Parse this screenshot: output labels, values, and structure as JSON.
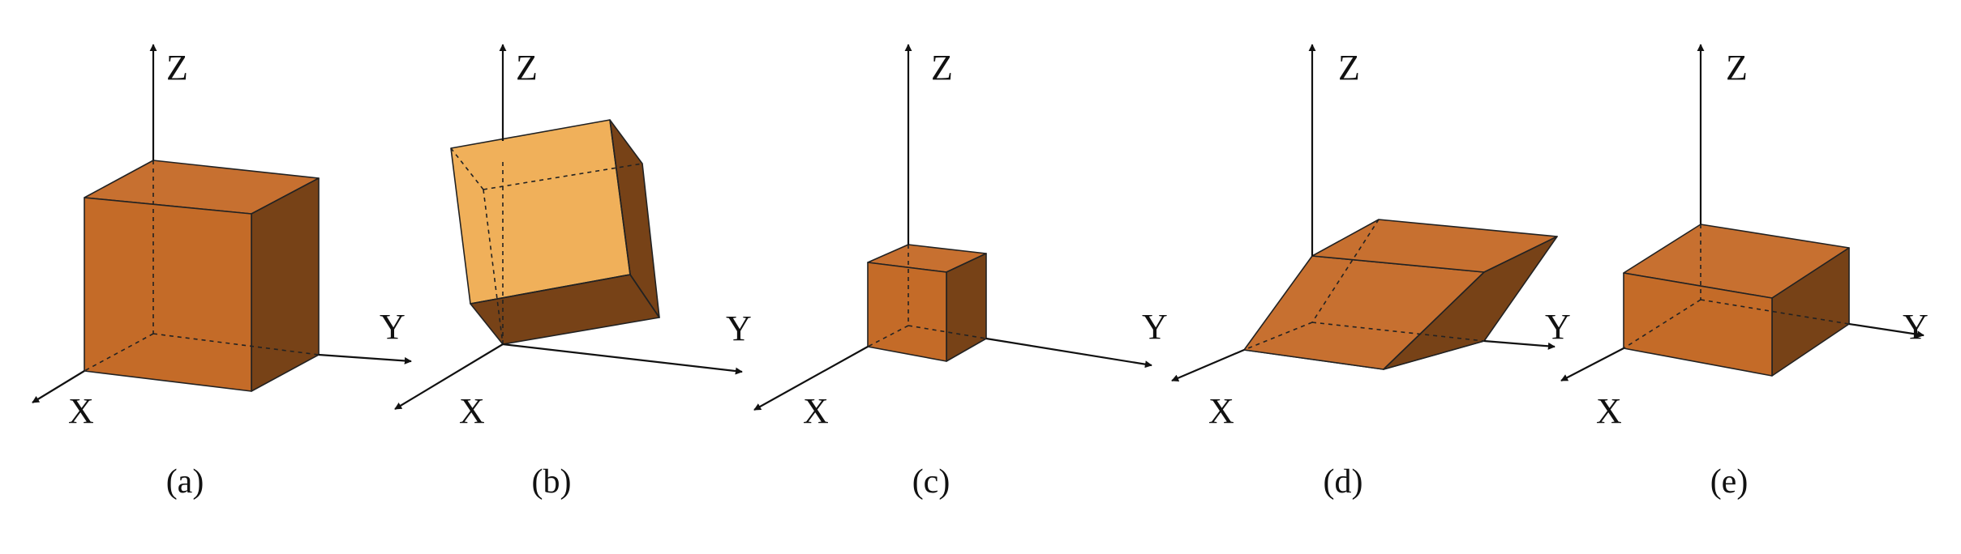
{
  "figure": {
    "colors": {
      "face_front": "#c46b28",
      "face_top": "#c77030",
      "face_side": "#774217",
      "face_light": "#f0b05a",
      "edge": "#222222",
      "axis": "#111111"
    },
    "panels": [
      {
        "id": "a",
        "caption": "(a)",
        "axis_labels": {
          "x": "X",
          "y": "Y",
          "z": "Z"
        }
      },
      {
        "id": "b",
        "caption": "(b)",
        "axis_labels": {
          "x": "X",
          "y": "Y",
          "z": "Z"
        }
      },
      {
        "id": "c",
        "caption": "(c)",
        "axis_labels": {
          "x": "X",
          "y": "Y",
          "z": "Z"
        }
      },
      {
        "id": "d",
        "caption": "(d)",
        "axis_labels": {
          "x": "X",
          "y": "Y",
          "z": "Z"
        }
      },
      {
        "id": "e",
        "caption": "(e)",
        "axis_labels": {
          "x": "X",
          "y": "Y",
          "z": "Z"
        }
      }
    ]
  }
}
